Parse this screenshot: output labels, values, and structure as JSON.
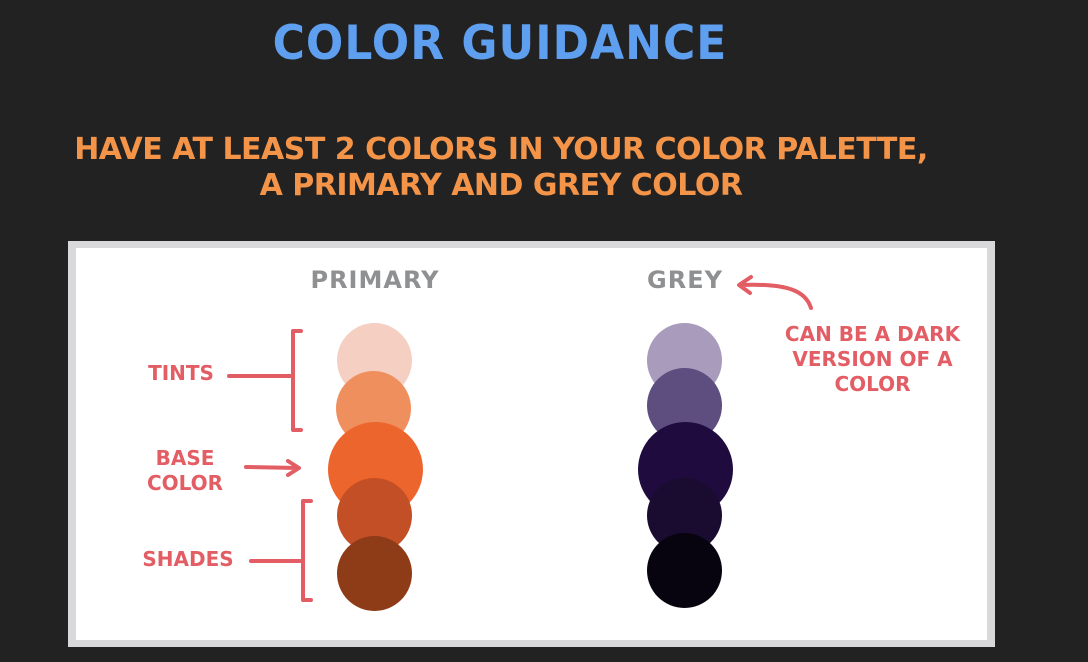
{
  "title": "COLOR GUIDANCE",
  "subtitle": {
    "line1": "HAVE AT LEAST 2 COLORS IN YOUR COLOR PALETTE,",
    "line2": "A PRIMARY AND GREY COLOR"
  },
  "primary": {
    "label": "PRIMARY",
    "swatches": [
      "#f5d0c2",
      "#ef8f5e",
      "#ec652c",
      "#c24f25",
      "#8e3b18"
    ]
  },
  "grey": {
    "label": "GREY",
    "swatches": [
      "#a89bbb",
      "#5e4e80",
      "#1f0b3e",
      "#1a0c30",
      "#07040f"
    ]
  },
  "annotations": {
    "tints": "TINTS",
    "base_line1": "BASE",
    "base_line2": "COLOR",
    "shades": "SHADES",
    "grey_note_line1": "CAN BE A DARK",
    "grey_note_line2": "VERSION OF A",
    "grey_note_line3": "COLOR"
  },
  "colors": {
    "background": "#222222",
    "title": "#5f9ff0",
    "subtitle": "#f39449",
    "annotation": "#e35d64",
    "label_grey": "#8f9092"
  }
}
